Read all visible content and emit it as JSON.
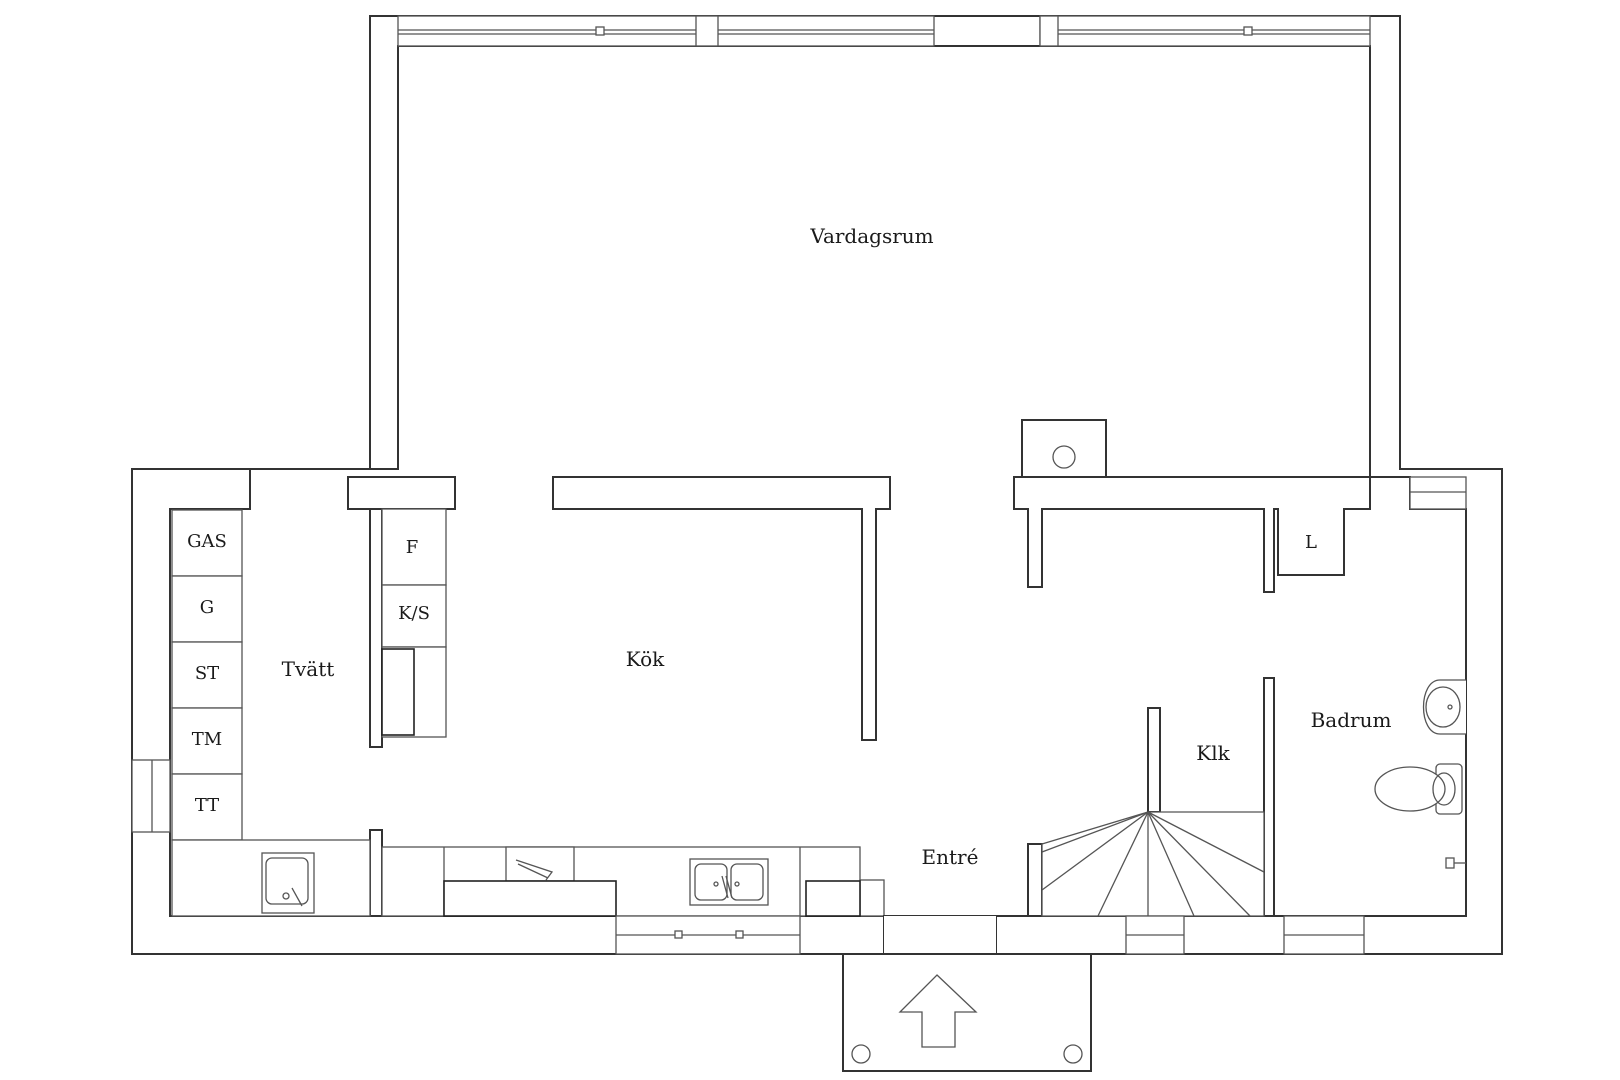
{
  "rooms": {
    "vardagsrum": "Vardagsrum",
    "kok": "Kök",
    "tvatt": "Tvätt",
    "entre": "Entré",
    "klk": "Klk",
    "badrum": "Badrum"
  },
  "fixtures": {
    "laundry_column": [
      "GAS",
      "G",
      "ST",
      "TM",
      "TT"
    ],
    "fridge": "F",
    "freezer": "K/S",
    "linen_closet": "L"
  },
  "icons": {
    "entrance": "arrow-up-icon",
    "sinks": "sink-icon",
    "toilet": "toilet-icon",
    "stove": "stove-icon"
  }
}
